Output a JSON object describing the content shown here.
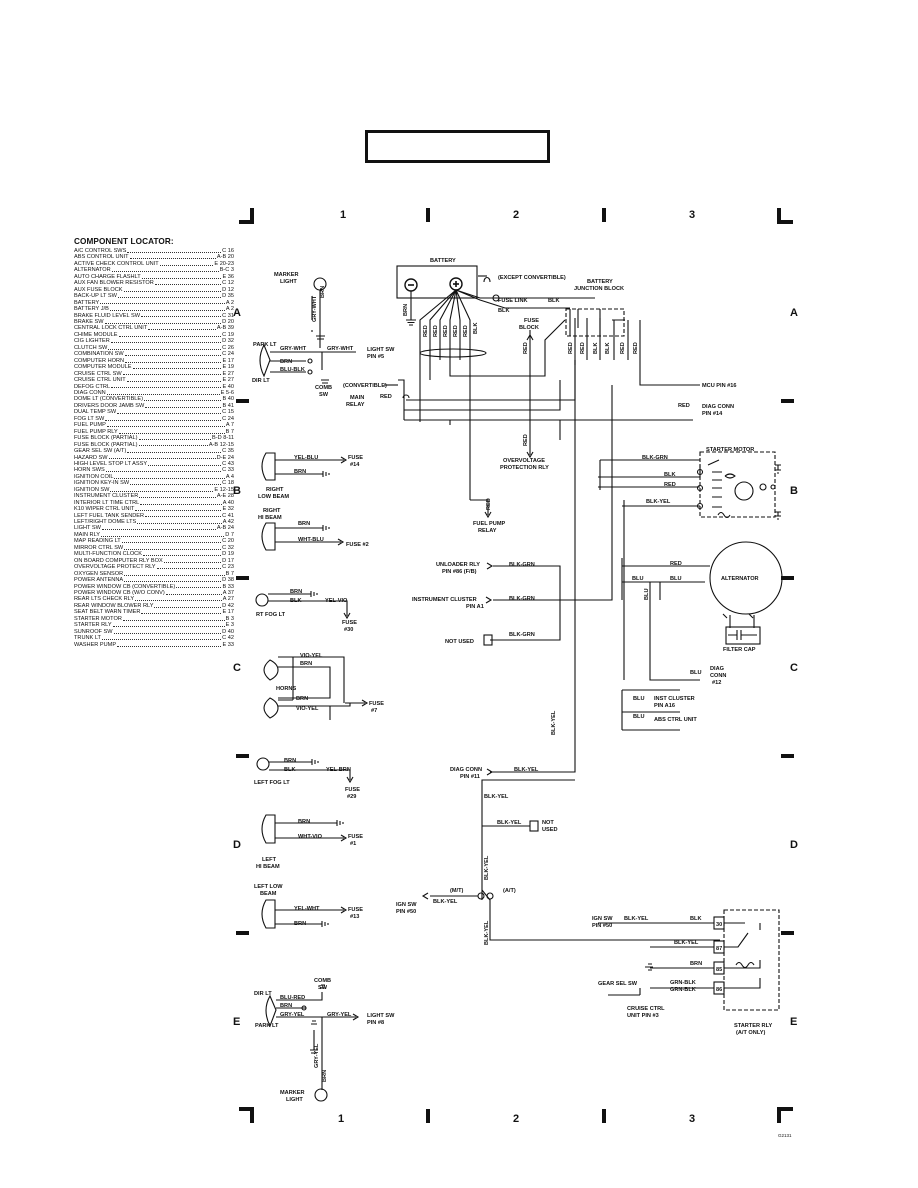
{
  "component_locator": {
    "title": "COMPONENT LOCATOR:",
    "items": [
      {
        "name": "A/C CONTROL SWS",
        "ref": "C 16"
      },
      {
        "name": "ABS CONTROL UNIT",
        "ref": "A-B 20"
      },
      {
        "name": "ACTIVE CHECK CONTROL UNIT",
        "ref": "E 20-23"
      },
      {
        "name": "ALTERNATOR",
        "ref": "B-C 3"
      },
      {
        "name": "AUTO CHARGE FLASHLT",
        "ref": "E 36"
      },
      {
        "name": "AUX FAN BLOWER RESISTOR",
        "ref": "C 12"
      },
      {
        "name": "AUX FUSE BLOCK",
        "ref": "D 12"
      },
      {
        "name": "BACK-UP LT SW",
        "ref": "D 35"
      },
      {
        "name": "BATTERY",
        "ref": "A 2"
      },
      {
        "name": "BATTERY J/B",
        "ref": "A 2"
      },
      {
        "name": "BRAKE FLUID LEVEL SW",
        "ref": "C 31"
      },
      {
        "name": "BRAKE SW",
        "ref": "D 20"
      },
      {
        "name": "CENTRAL LOCK CTRL UNIT",
        "ref": "A-B 39"
      },
      {
        "name": "CHIME MODULE",
        "ref": "C 19"
      },
      {
        "name": "CIG LIGHTER",
        "ref": "D 32"
      },
      {
        "name": "CLUTCH SW",
        "ref": "C 26"
      },
      {
        "name": "COMBINATION SW",
        "ref": "C 24"
      },
      {
        "name": "COMPUTER HORN",
        "ref": "E 17"
      },
      {
        "name": "COMPUTER MODULE",
        "ref": "E 19"
      },
      {
        "name": "CRUISE CTRL SW",
        "ref": "E 27"
      },
      {
        "name": "CRUISE CTRL UNIT",
        "ref": "E 27"
      },
      {
        "name": "DEFOG CTRL",
        "ref": "E 40"
      },
      {
        "name": "DIAG CONN",
        "ref": "E 5-6"
      },
      {
        "name": "DOME LT (CONVERTIBLE)",
        "ref": "B 40"
      },
      {
        "name": "DRIVERS DOOR JAMB SW",
        "ref": "B 41"
      },
      {
        "name": "DUAL TEMP SW",
        "ref": "C 15"
      },
      {
        "name": "FOG LT SW",
        "ref": "C 24"
      },
      {
        "name": "FUEL PUMP",
        "ref": "A 7"
      },
      {
        "name": "FUEL PUMP RLY",
        "ref": "B 7"
      },
      {
        "name": "FUSE BLOCK (PARTIAL)",
        "ref": "B-D 8-11"
      },
      {
        "name": "FUSE BLOCK (PARTIAL)",
        "ref": "A-B 12-15"
      },
      {
        "name": "GEAR SEL SW (A/T)",
        "ref": "C 35"
      },
      {
        "name": "HAZARD SW",
        "ref": "D-E 24"
      },
      {
        "name": "HIGH LEVEL STOP LT ASSY",
        "ref": "C 43"
      },
      {
        "name": "HORN SWS",
        "ref": "C 33"
      },
      {
        "name": "IGNITION COIL",
        "ref": "A 4"
      },
      {
        "name": "IGNITION KEY-IN SW",
        "ref": "C 18"
      },
      {
        "name": "IGNITION SW",
        "ref": "E 12-15"
      },
      {
        "name": "INSTRUMENT CLUSTER",
        "ref": "A-E 28"
      },
      {
        "name": "INTERIOR LT TIME CTRL",
        "ref": "A 40"
      },
      {
        "name": "K10 WIPER CTRL UNIT",
        "ref": "E 32"
      },
      {
        "name": "LEFT FUEL TANK SENDER",
        "ref": "C 41"
      },
      {
        "name": "LEFT/RIGHT DOME LTS",
        "ref": "A 42"
      },
      {
        "name": "LIGHT SW",
        "ref": "A-B 24"
      },
      {
        "name": "MAIN RLY",
        "ref": "D 7"
      },
      {
        "name": "MAP READING LT",
        "ref": "C 20"
      },
      {
        "name": "MIRROR CTRL SW",
        "ref": "C 32"
      },
      {
        "name": "MULTI-FUNCTION CLOCK",
        "ref": "D 19"
      },
      {
        "name": "ON BOARD COMPUTER RLY BOX",
        "ref": "D 17"
      },
      {
        "name": "OVERVOLTAGE PROTECT RLY",
        "ref": "C 23"
      },
      {
        "name": "OXYGEN SENSOR",
        "ref": "B 7"
      },
      {
        "name": "POWER ANTENNA",
        "ref": "D 38"
      },
      {
        "name": "POWER WINDOW CB (CONVERTIBLE)",
        "ref": "B 33"
      },
      {
        "name": "POWER WINDOW CB (W/O CONV)",
        "ref": "A 37"
      },
      {
        "name": "REAR LTS CHECK RLY",
        "ref": "A 27"
      },
      {
        "name": "REAR WINDOW BLOWER RLY",
        "ref": "D 42"
      },
      {
        "name": "SEAT BELT WARN TIMER",
        "ref": "E 17"
      },
      {
        "name": "STARTER MOTOR",
        "ref": "B 3"
      },
      {
        "name": "STARTER RLY",
        "ref": "E 3"
      },
      {
        "name": "SUNROOF SW",
        "ref": "D 40"
      },
      {
        "name": "TRUNK LT",
        "ref": "C 42"
      },
      {
        "name": "WASHER PUMP",
        "ref": "E 33"
      }
    ]
  },
  "grid": {
    "columns": [
      "1",
      "2",
      "3"
    ],
    "rows": [
      "A",
      "B",
      "C",
      "D",
      "E"
    ]
  },
  "components": {
    "battery": "BATTERY",
    "except_convertible": "(EXCEPT CONVERTIBLE)",
    "battery_jb_1": "BATTERY",
    "battery_jb_2": "JUNCTION BLOCK",
    "fuse_link": "FUSE LINK",
    "fuse_block_1": "FUSE",
    "fuse_block_2": "BLOCK",
    "convertible": "(CONVERTIBLE)",
    "main_relay_1": "MAIN",
    "main_relay_2": "RELAY",
    "overvoltage_1": "OVERVOLTAGE",
    "overvoltage_2": "PROTECTION RLY",
    "fuel_pump_relay_1": "FUEL PUMP",
    "fuel_pump_relay_2": "RELAY",
    "mcu_pin": "MCU PIN #16",
    "diag_conn_a_1": "DIAG CONN",
    "diag_conn_a_2": "PIN #14",
    "starter_motor": "STARTER MOTOR",
    "alternator": "ALTERNATOR",
    "filter_cap": "FILTER CAP",
    "diag_conn_c_1": "DIAG",
    "diag_conn_c_2": "CONN",
    "diag_conn_c_3": "#12",
    "inst_cluster_c_1": "INST CLUSTER",
    "inst_cluster_c_2": "PIN A16",
    "abs_ctrl_unit": "ABS CTRL UNIT",
    "unloader_rly_1": "UNLOADER RLY",
    "unloader_rly_2": "PIN #86 (F/B)",
    "instrument_cluster_1": "INSTRUMENT CLUSTER",
    "instrument_cluster_2": "PIN A1",
    "not_used": "NOT USED",
    "diag_conn_d_1": "DIAG CONN",
    "diag_conn_d_2": "PIN #11",
    "not_used_2a": "NOT",
    "not_used_2b": "USED",
    "mt": "(M/T)",
    "at": "(A/T)",
    "ign_sw_1": "IGN SW",
    "ign_sw_2": "PIN #50",
    "ign_sw_r1": "IGN SW",
    "ign_sw_r2": "PIN #50",
    "gear_sel_sw": "GEAR SEL SW",
    "cruise_ctrl_1": "CRUISE CTRL",
    "cruise_ctrl_2": "UNIT PIN #3",
    "starter_rly_1": "STARTER RLY",
    "starter_rly_2": "(A/T ONLY)",
    "marker_light_1": "MARKER",
    "marker_light_2": "LIGHT",
    "park_lt": "PARK LT",
    "dir_lt": "DIR LT",
    "light_sw_1": "LIGHT SW",
    "light_sw_2": "PIN #5",
    "comb_sw_1": "COMB",
    "comb_sw_2": "SW",
    "right_low_1": "RIGHT",
    "right_low_2": "LOW BEAM",
    "fuse14_1": "FUSE",
    "fuse14_2": "#14",
    "right_hi_1": "RIGHT",
    "right_hi_2": "HI BEAM",
    "fuse2": "FUSE #2",
    "rt_fog_lt": "RT FOG LT",
    "fuse30_1": "FUSE",
    "fuse30_2": "#30",
    "horns": "HORNS",
    "fuse7_1": "FUSE",
    "fuse7_2": "#7",
    "left_fog_lt": "LEFT FOG LT",
    "fuse29_1": "FUSE",
    "fuse29_2": "#29",
    "left_hi_1": "LEFT",
    "left_hi_2": "HI BEAM",
    "fuse1_1": "FUSE",
    "fuse1_2": "#1",
    "left_low_1": "LEFT LOW",
    "left_low_2": "BEAM",
    "fuse13_1": "FUSE",
    "fuse13_2": "#13",
    "dir_lt_e": "DIR LT",
    "comb_sw_e_1": "COMB",
    "comb_sw_e_2": "SW",
    "park_lt_e": "PARK LT",
    "light_sw_e_1": "LIGHT SW",
    "light_sw_e_2": "PIN #8",
    "marker_light_e_1": "MARKER",
    "marker_light_e_2": "LIGHT",
    "pin30": "30",
    "pin87": "87",
    "pin85": "85",
    "pin86": "86",
    "page_code": "G2131"
  },
  "wire_colors": {
    "gry_wht": "GRY-WHT",
    "brn": "BRN",
    "blu_blk": "BLU-BLK",
    "red": "RED",
    "blk": "BLK",
    "blk_grn": "BLK-GRN",
    "blk_yel": "BLK-YEL",
    "blu": "BLU",
    "yel_blu": "YEL-BLU",
    "wht_blu": "WHT-BLU",
    "yel_vio": "YEL-VIO",
    "vio_yel": "VIO-YEL",
    "yel_brn": "YEL-BRN",
    "wht_vio": "WHT-VIO",
    "yel_wht": "YEL-WHT",
    "blu_red": "BLU-RED",
    "gry_yel": "GRY-YEL",
    "grn_blk": "GRN-BLK"
  }
}
